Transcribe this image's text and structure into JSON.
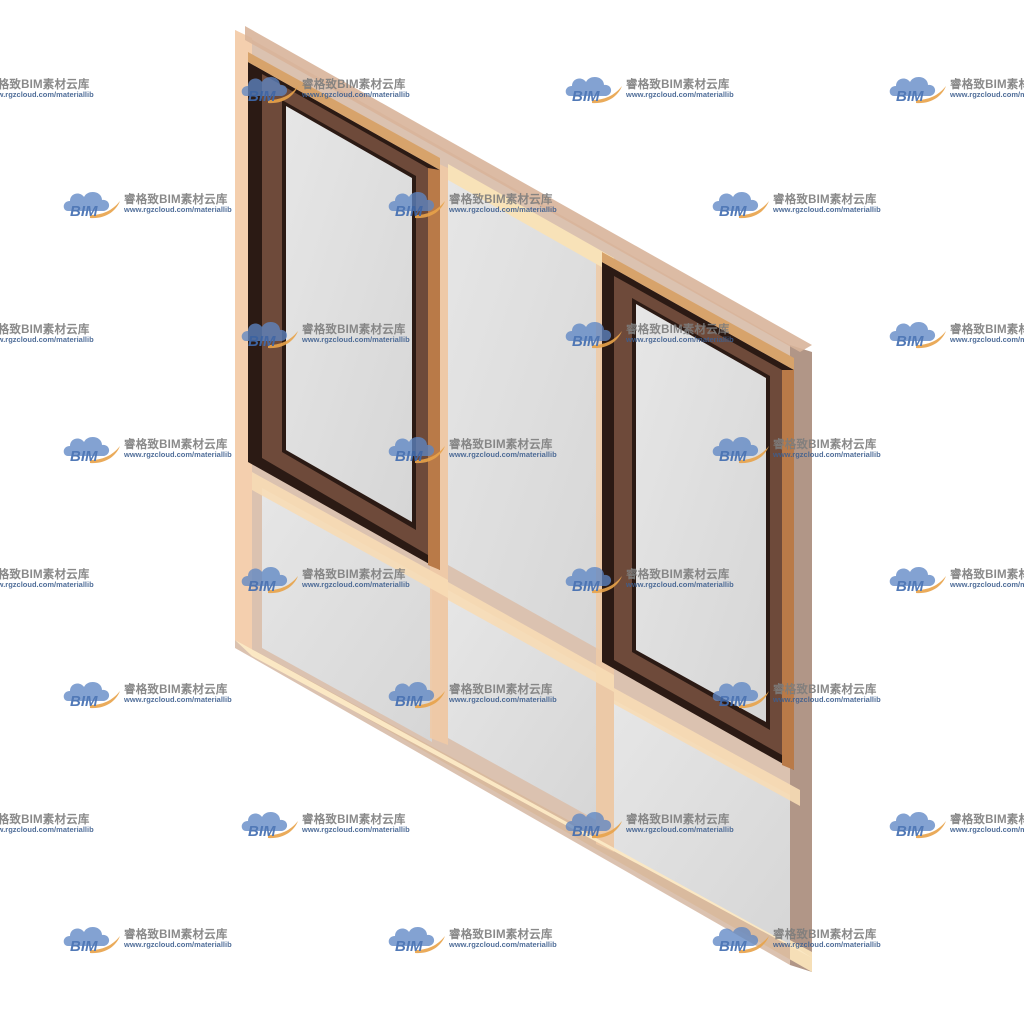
{
  "watermark": {
    "logo_text": "BIM",
    "brand": "睿格致BIM素材云库",
    "url": "www.rgzcloud.com/materiallib",
    "cloud_color": "#5d86c4",
    "swoosh_color": "#e8a34a",
    "logo_text_color": "#3f6bb0"
  },
  "colors": {
    "outer_frame": "#c9a88f",
    "outer_frame_light": "#f7d8b6",
    "mullion": "#e9c8a8",
    "glass": "#dcdcdc",
    "sash_dark": "#2b1a14",
    "sash_brown": "#6e4a3a",
    "wood_edge": "#c98d55"
  }
}
